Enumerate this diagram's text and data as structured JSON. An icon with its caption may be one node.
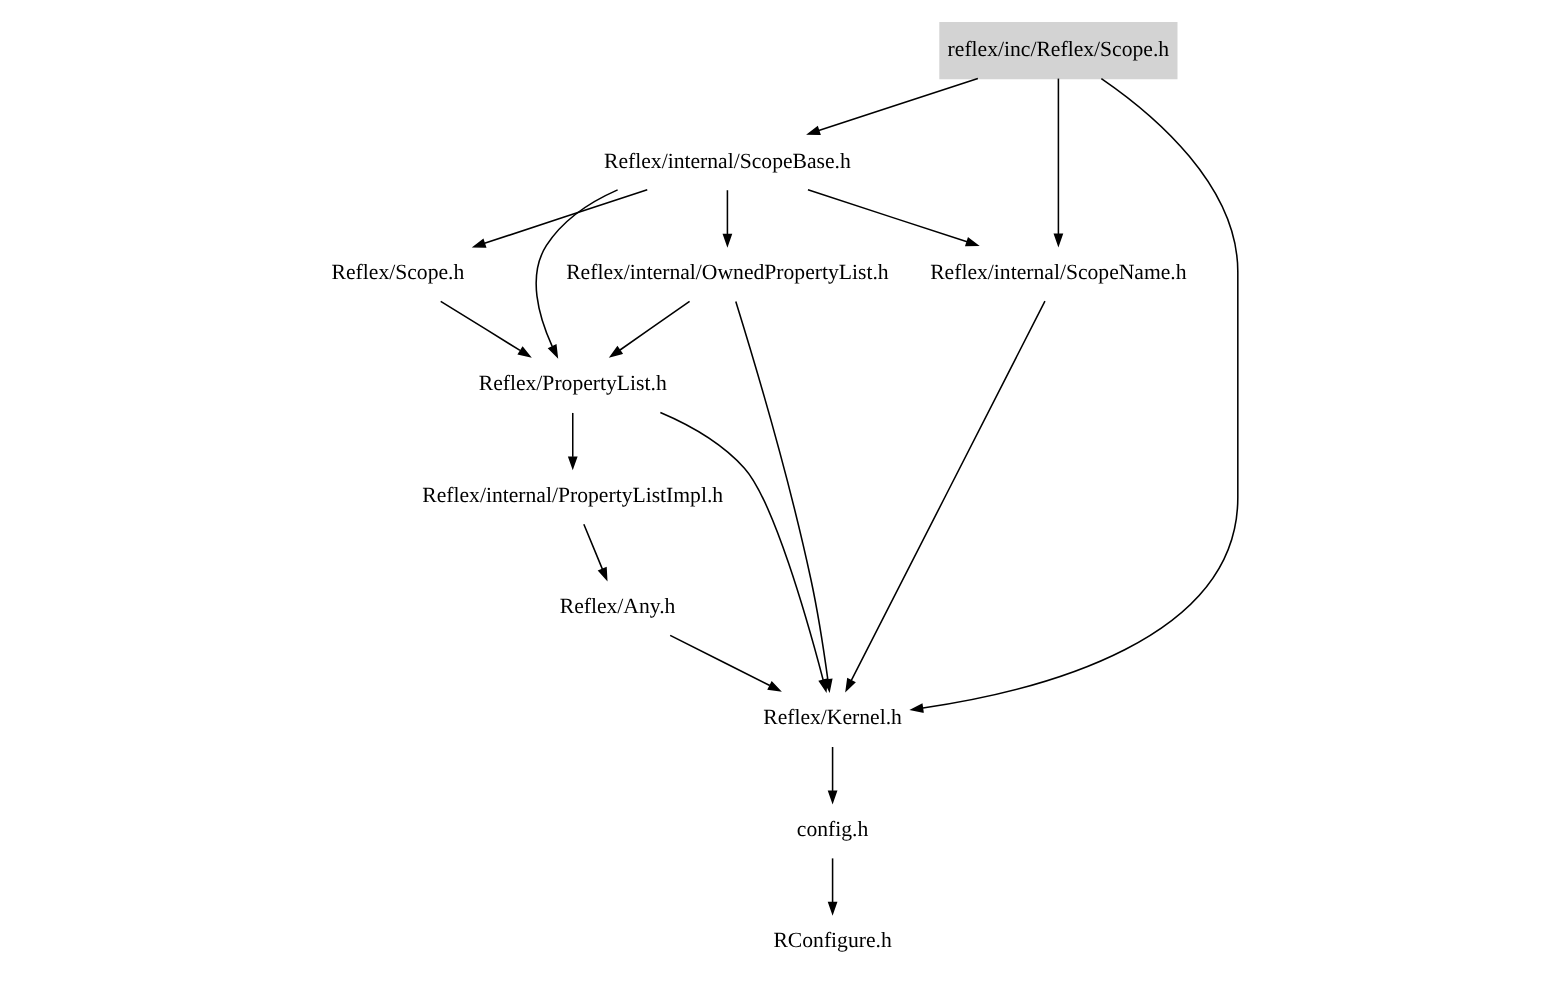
{
  "diagram": {
    "nodes": [
      {
        "text": [
          "reflex/inc/Reflex/Scope.h"
        ]
      },
      {
        "text": [
          "Reflex/internal/ScopeBase.h"
        ]
      },
      {
        "text": [
          "Reflex/internal/OwnedPropertyList.h"
        ]
      },
      {
        "text": [
          "Reflex/Scope.h"
        ]
      },
      {
        "text": [
          "Reflex/PropertyList.h"
        ]
      },
      {
        "text": [
          "Reflex/internal/ScopeName.h"
        ]
      },
      {
        "text": [
          "Reflex/internal/PropertyListImpl.h"
        ]
      },
      {
        "text": [
          "Reflex/Any.h"
        ]
      },
      {
        "text": [
          "Reflex/Kernel.h"
        ]
      },
      {
        "text": [
          "config.h"
        ]
      },
      {
        "text": [
          "RConfigure.h"
        ]
      }
    ],
    "edges": [
      {
        "from": 0,
        "to": 1,
        "arrow": "to"
      },
      {
        "from": 0,
        "to": 5,
        "arrow": "to"
      },
      {
        "from": 0,
        "to": 8,
        "arrow": "to"
      },
      {
        "from": 1,
        "to": 2,
        "arrow": "to"
      },
      {
        "from": 1,
        "to": 3,
        "arrow": "to"
      },
      {
        "from": 1,
        "to": 4,
        "arrow": "to"
      },
      {
        "from": 1,
        "to": 5,
        "arrow": "to"
      },
      {
        "from": 2,
        "to": 4,
        "arrow": "to"
      },
      {
        "from": 2,
        "to": 8,
        "arrow": "to"
      },
      {
        "from": 3,
        "to": 4,
        "arrow": "to"
      },
      {
        "from": 4,
        "to": 6,
        "arrow": "to"
      },
      {
        "from": 4,
        "to": 8,
        "arrow": "to"
      },
      {
        "from": 5,
        "to": 8,
        "arrow": "to"
      },
      {
        "from": 6,
        "to": 7,
        "arrow": "to"
      },
      {
        "from": 7,
        "to": 8,
        "arrow": "to"
      },
      {
        "from": 8,
        "to": 9,
        "arrow": "to"
      },
      {
        "from": 9,
        "to": 10,
        "arrow": "to"
      }
    ]
  }
}
